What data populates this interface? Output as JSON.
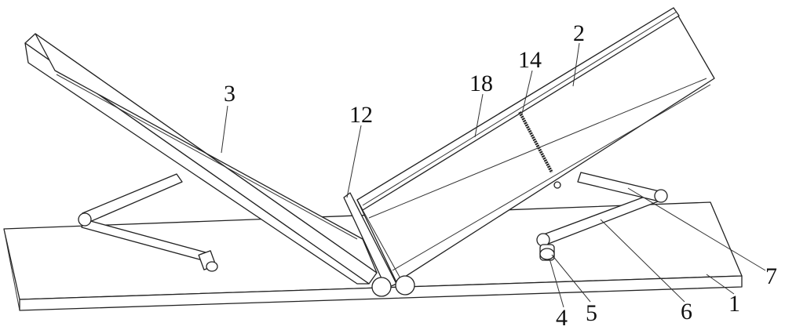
{
  "figure": {
    "labels": {
      "base_plate": "1",
      "right_panel": "2",
      "left_panel": "3",
      "roller_4": "4",
      "roller_5": "5",
      "support_rod": "6",
      "hinge_7": "7",
      "hinge_12": "12",
      "spring_14": "14",
      "rail_18": "18"
    }
  }
}
